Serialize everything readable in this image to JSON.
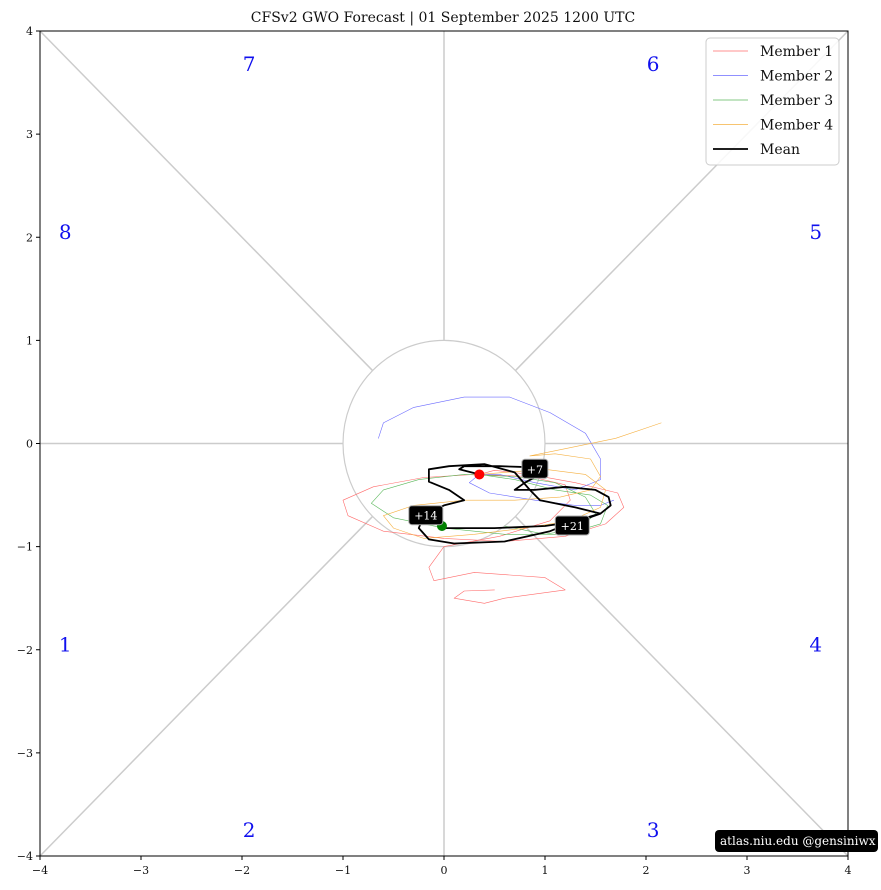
{
  "chart_data": {
    "type": "line",
    "title": "CFSv2 GWO Forecast   |   01  September  2025 1200 UTC",
    "xlim": [
      -4,
      4
    ],
    "ylim": [
      -4,
      4
    ],
    "xticks": [
      "−4",
      "−3",
      "−2",
      "−1",
      "0",
      "1",
      "2",
      "3",
      "4"
    ],
    "yticks": [
      "4",
      "3",
      "2",
      "1",
      "0",
      "−1",
      "−2",
      "−3",
      "−4"
    ],
    "grid": false,
    "phases": [
      {
        "label": "1",
        "x": -3.75,
        "y": -1.95
      },
      {
        "label": "2",
        "x": -1.93,
        "y": -3.75
      },
      {
        "label": "3",
        "x": 2.07,
        "y": -3.75
      },
      {
        "label": "4",
        "x": 3.68,
        "y": -1.95
      },
      {
        "label": "5",
        "x": 3.68,
        "y": 2.05
      },
      {
        "label": "6",
        "x": 2.07,
        "y": 3.68
      },
      {
        "label": "7",
        "x": -1.93,
        "y": 3.68
      },
      {
        "label": "8",
        "x": -3.75,
        "y": 2.05
      }
    ],
    "legend_position": "top-right",
    "series": [
      {
        "name": "Member 1",
        "color": "#ff6b6b",
        "width": 0.6,
        "points": [
          [
            0.35,
            -0.3
          ],
          [
            0.5,
            -0.26
          ],
          [
            0.85,
            -0.3
          ],
          [
            1.3,
            -0.38
          ],
          [
            1.72,
            -0.48
          ],
          [
            1.78,
            -0.62
          ],
          [
            1.6,
            -0.78
          ],
          [
            1.2,
            -0.9
          ],
          [
            0.6,
            -0.95
          ],
          [
            0.0,
            -0.92
          ],
          [
            -0.6,
            -0.85
          ],
          [
            -0.95,
            -0.7
          ],
          [
            -1.0,
            -0.55
          ],
          [
            -0.7,
            -0.42
          ],
          [
            -0.2,
            -0.33
          ],
          [
            0.3,
            -0.3
          ],
          [
            0.85,
            -0.32
          ],
          [
            1.2,
            -0.4
          ],
          [
            1.25,
            -0.55
          ],
          [
            1.05,
            -0.75
          ],
          [
            0.55,
            -0.9
          ],
          [
            0.0,
            -1.0
          ],
          [
            -0.15,
            -1.2
          ],
          [
            -0.1,
            -1.33
          ],
          [
            0.3,
            -1.25
          ],
          [
            1.0,
            -1.3
          ],
          [
            1.2,
            -1.42
          ],
          [
            0.6,
            -1.5
          ],
          [
            0.4,
            -1.55
          ],
          [
            0.1,
            -1.5
          ],
          [
            0.2,
            -1.43
          ],
          [
            0.5,
            -1.42
          ]
        ]
      },
      {
        "name": "Member 2",
        "color": "#6b6bff",
        "width": 0.6,
        "points": [
          [
            -0.65,
            0.05
          ],
          [
            -0.6,
            0.2
          ],
          [
            -0.3,
            0.35
          ],
          [
            0.2,
            0.45
          ],
          [
            0.65,
            0.45
          ],
          [
            1.05,
            0.3
          ],
          [
            1.4,
            0.1
          ],
          [
            1.55,
            -0.15
          ],
          [
            1.55,
            -0.35
          ],
          [
            1.3,
            -0.45
          ],
          [
            0.9,
            -0.38
          ],
          [
            0.55,
            -0.3
          ],
          [
            0.35,
            -0.3
          ],
          [
            0.25,
            -0.38
          ],
          [
            0.45,
            -0.48
          ],
          [
            0.9,
            -0.55
          ],
          [
            1.3,
            -0.6
          ],
          [
            1.55,
            -0.6
          ],
          [
            1.68,
            -0.55
          ]
        ]
      },
      {
        "name": "Member 3",
        "color": "#5cb85c",
        "width": 0.6,
        "points": [
          [
            0.35,
            -0.3
          ],
          [
            0.7,
            -0.35
          ],
          [
            1.1,
            -0.45
          ],
          [
            1.45,
            -0.5
          ],
          [
            1.62,
            -0.6
          ],
          [
            1.55,
            -0.78
          ],
          [
            1.2,
            -0.88
          ],
          [
            0.6,
            -0.88
          ],
          [
            0.0,
            -0.82
          ],
          [
            -0.5,
            -0.72
          ],
          [
            -0.72,
            -0.58
          ],
          [
            -0.6,
            -0.45
          ],
          [
            -0.25,
            -0.35
          ],
          [
            0.2,
            -0.3
          ],
          [
            0.7,
            -0.32
          ],
          [
            1.1,
            -0.38
          ],
          [
            1.4,
            -0.52
          ],
          [
            1.5,
            -0.68
          ],
          [
            1.35,
            -0.82
          ],
          [
            1.0,
            -0.88
          ],
          [
            0.6,
            -0.8
          ]
        ]
      },
      {
        "name": "Member 4",
        "color": "#f5b041",
        "width": 0.6,
        "points": [
          [
            0.35,
            -0.3
          ],
          [
            0.6,
            -0.28
          ],
          [
            1.0,
            -0.25
          ],
          [
            1.4,
            -0.3
          ],
          [
            1.6,
            -0.45
          ],
          [
            1.55,
            -0.62
          ],
          [
            1.25,
            -0.75
          ],
          [
            0.8,
            -0.82
          ],
          [
            0.3,
            -0.88
          ],
          [
            -0.2,
            -0.92
          ],
          [
            -0.5,
            -0.82
          ],
          [
            -0.6,
            -0.7
          ],
          [
            -0.3,
            -0.6
          ],
          [
            0.2,
            -0.55
          ],
          [
            0.7,
            -0.55
          ],
          [
            1.15,
            -0.52
          ],
          [
            1.45,
            -0.45
          ],
          [
            1.55,
            -0.32
          ],
          [
            1.45,
            -0.15
          ],
          [
            1.1,
            -0.1
          ],
          [
            0.85,
            -0.12
          ],
          [
            1.2,
            -0.05
          ],
          [
            1.7,
            0.05
          ],
          [
            2.15,
            0.2
          ]
        ]
      },
      {
        "name": "Mean",
        "color": "#000000",
        "width": 1.8,
        "points": [
          [
            0.35,
            -0.3
          ],
          [
            0.15,
            -0.25
          ],
          [
            0.2,
            -0.22
          ],
          [
            0.55,
            -0.22
          ],
          [
            0.85,
            -0.23
          ],
          [
            0.95,
            -0.3
          ],
          [
            0.8,
            -0.38
          ],
          [
            0.7,
            -0.45
          ],
          [
            0.9,
            -0.45
          ],
          [
            1.2,
            -0.42
          ],
          [
            1.5,
            -0.45
          ],
          [
            1.63,
            -0.52
          ],
          [
            1.65,
            -0.6
          ],
          [
            1.55,
            -0.68
          ],
          [
            1.3,
            -0.75
          ],
          [
            1.05,
            -0.85
          ],
          [
            0.6,
            -0.95
          ],
          [
            0.1,
            -0.97
          ],
          [
            -0.15,
            -0.93
          ],
          [
            -0.25,
            -0.82
          ],
          [
            -0.2,
            -0.7
          ],
          [
            0.0,
            -0.6
          ],
          [
            0.2,
            -0.55
          ],
          [
            0.05,
            -0.45
          ],
          [
            -0.15,
            -0.37
          ],
          [
            -0.15,
            -0.25
          ],
          [
            0.05,
            -0.22
          ],
          [
            0.4,
            -0.2
          ],
          [
            0.7,
            -0.28
          ],
          [
            0.85,
            -0.45
          ],
          [
            0.95,
            -0.55
          ],
          [
            1.3,
            -0.62
          ],
          [
            1.55,
            -0.68
          ],
          [
            1.35,
            -0.75
          ],
          [
            1.0,
            -0.8
          ],
          [
            0.5,
            -0.82
          ],
          [
            0.0,
            -0.82
          ],
          [
            -0.05,
            -0.8
          ]
        ]
      }
    ],
    "start_marker": {
      "x": 0.35,
      "y": -0.3,
      "color": "#ff0000"
    },
    "end_marker": {
      "x": -0.02,
      "y": -0.8,
      "color": "#008000"
    },
    "day_labels": [
      {
        "text": "+7",
        "x": 0.9,
        "y": -0.25
      },
      {
        "text": "+14",
        "x": -0.18,
        "y": -0.7
      },
      {
        "text": "+21",
        "x": 1.27,
        "y": -0.8
      }
    ],
    "credit": "atlas.niu.edu  @gensiniwx"
  }
}
